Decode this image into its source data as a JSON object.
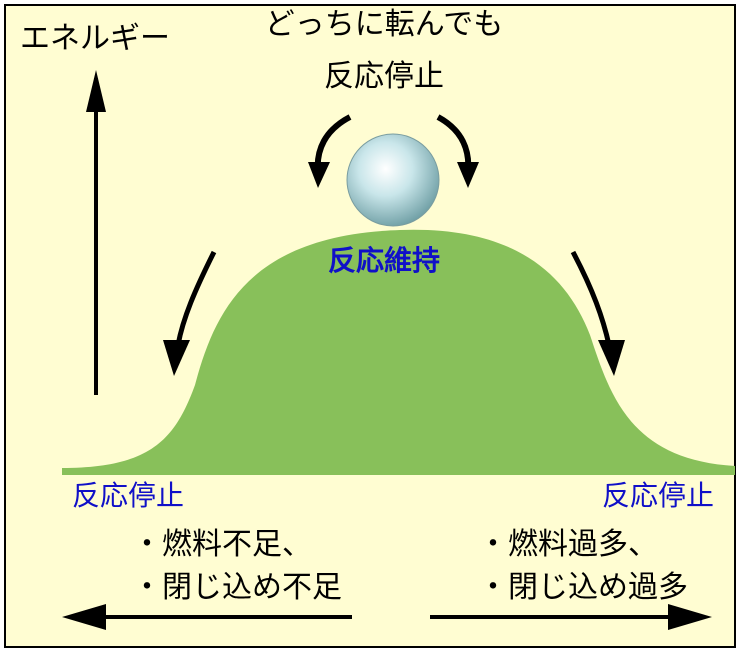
{
  "labels": {
    "energy_axis": "エネルギー",
    "top_caption_line1": "どっちに転んでも",
    "top_caption_line2": "反応停止",
    "peak_label": "反応維持",
    "left_stop": "反応停止",
    "right_stop": "反応停止",
    "left_cause_line1": "・燃料不足、",
    "left_cause_line2": "・閉じ込め不足",
    "right_cause_line1": "・燃料過多、",
    "right_cause_line2": "・閉じ込め過多"
  },
  "colors": {
    "background": "#fffdd2",
    "hill": "#88c05a",
    "ink": "#000000",
    "label_blue": "#1010c8"
  }
}
